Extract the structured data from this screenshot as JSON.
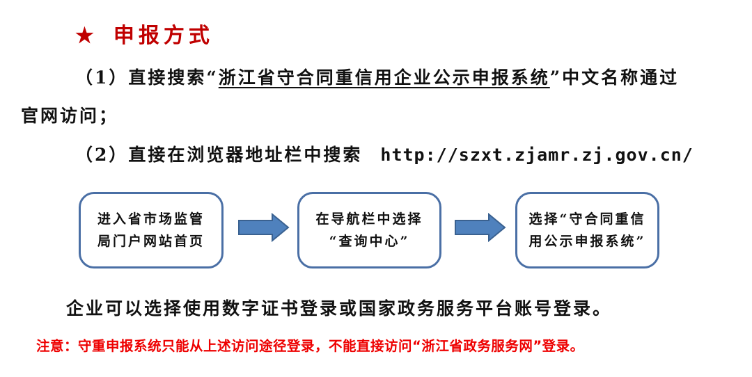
{
  "heading": {
    "star_icon": "★",
    "text": "申报方式"
  },
  "method1": {
    "prefix": "（1）直接搜索“",
    "system_name": "浙江省守合同重信用企业公示申报系统",
    "suffix": "”中文名称通过",
    "continuation": "官网访问；"
  },
  "method2": {
    "prefix": "（2）直接在浏览器地址栏中搜索",
    "url": "http://szxt.zjamr.zj.gov.cn/"
  },
  "flow": {
    "steps": [
      {
        "line1": "进入省市场监管",
        "line2": "局门户网站首页"
      },
      {
        "line1": "在导航栏中选择",
        "line2": "“查询中心”"
      },
      {
        "line1": "选择“守合同重信",
        "line2": "用公示申报系统”"
      }
    ],
    "arrow_color": "#4f81bd",
    "border_color": "#4a6fa5"
  },
  "login_info": "企业可以选择使用数字证书登录或国家政务服务平台账号登录。",
  "notice": "注意：守重申报系统只能从上述访问途径登录，不能直接访问“浙江省政务服务网”登录。",
  "colors": {
    "heading": "#c00000",
    "notice": "#ee0000"
  }
}
